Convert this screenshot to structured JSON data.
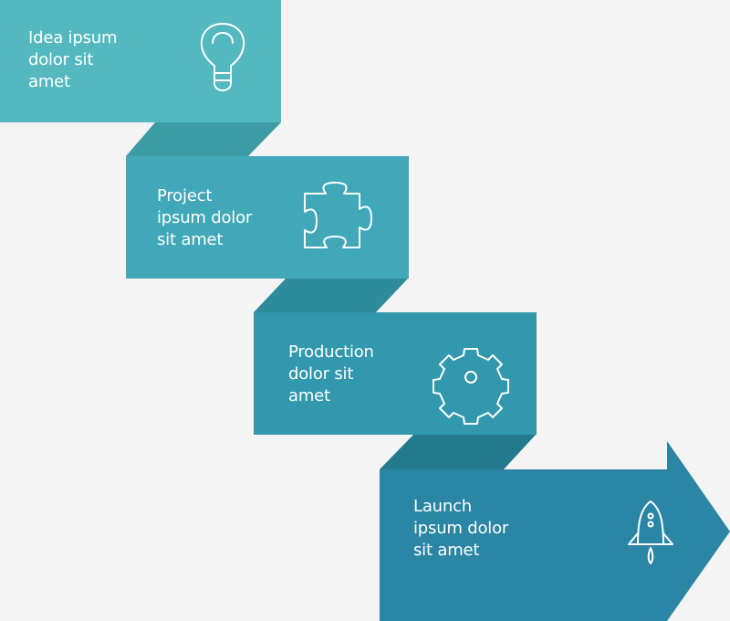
{
  "steps": [
    {
      "id": "idea",
      "lines": [
        "Idea ipsum",
        "dolor sit",
        "amet"
      ],
      "icon": "lightbulb-icon",
      "color": "#54b8bf"
    },
    {
      "id": "project",
      "lines": [
        "Project",
        "ipsum dolor",
        "sit amet"
      ],
      "icon": "puzzle-piece-icon",
      "color": "#40a8b8"
    },
    {
      "id": "production",
      "lines": [
        "Production",
        "dolor sit",
        "amet"
      ],
      "icon": "gear-icon",
      "color": "#3198ad"
    },
    {
      "id": "launch",
      "lines": [
        "Launch",
        "ipsum dolor",
        "sit amet"
      ],
      "icon": "rocket-icon",
      "color": "#2a86a4"
    }
  ],
  "connector_colors": [
    "#3d9ca3",
    "#2e8b9b",
    "#237a8d"
  ],
  "background_color": "#f4f4f4"
}
